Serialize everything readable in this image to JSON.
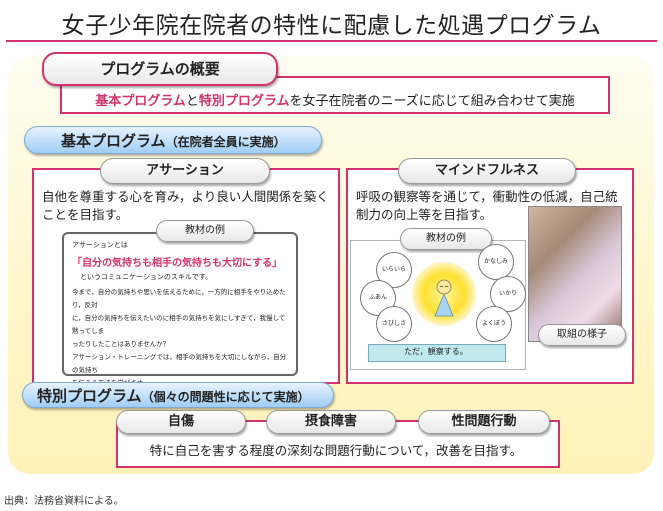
{
  "title": "女子少年院在院者の特性に配慮した処遇プログラム",
  "overview": {
    "heading": "プログラムの概要",
    "text_parts": [
      "基本プログラム",
      "と",
      "特別プログラム",
      "を女子在院者のニーズに応じて組み合わせて実施"
    ]
  },
  "basic": {
    "heading": "基本プログラム",
    "subheading": "（在院者全員に実施）",
    "assertion": {
      "tab": "アサーション",
      "description": "自他を尊重する心を育み，より良い人間関係を築くことを目指す。",
      "material_label": "教材の例",
      "material": {
        "heading": "アサーションとは",
        "highlight": "「自分の気持ちも相手の気持ちも大切にする」",
        "subtitle": "というコミュニケーションのスキルです。",
        "body": [
          "今まで，自分の気持ちや思いを伝えるために，一方的に相手をやり込めたり，反対",
          "に，自分の気持ちを伝えたいのに相手の気持ちを気にしすぎて，我慢して黙ってしま",
          "ったりしたことはありませんか？",
          "アサーション・トレーニングでは，相手の気持ちを大切にしながら，自分の気持ち",
          "を伝える方法を学びます。"
        ]
      }
    },
    "mindfulness": {
      "tab": "マインドフルネス",
      "description": "呼吸の観察等を通じて，衝動性の低減，自己統制力の向上等を目指す。",
      "material_label": "教材の例",
      "bubbles": [
        "いらいら",
        "かなしみ",
        "ふあん",
        "いかり",
        "さびしさ",
        "よくぼう"
      ],
      "bottom_text": "ただ，観察する。",
      "photo_caption": "取組の様子"
    }
  },
  "special": {
    "heading": "特別プログラム",
    "subheading": "（個々の問題性に応じて実施）",
    "categories": [
      "自傷",
      "摂食障害",
      "性問題行動"
    ],
    "text": "特に自己を害する程度の深刻な問題行動について，改善を目指す。"
  },
  "source": "出典：法務省資料による。",
  "colors": {
    "accent": "#d2326e",
    "pill_blue": "#9fcdf4",
    "background": "#fff6cc"
  }
}
